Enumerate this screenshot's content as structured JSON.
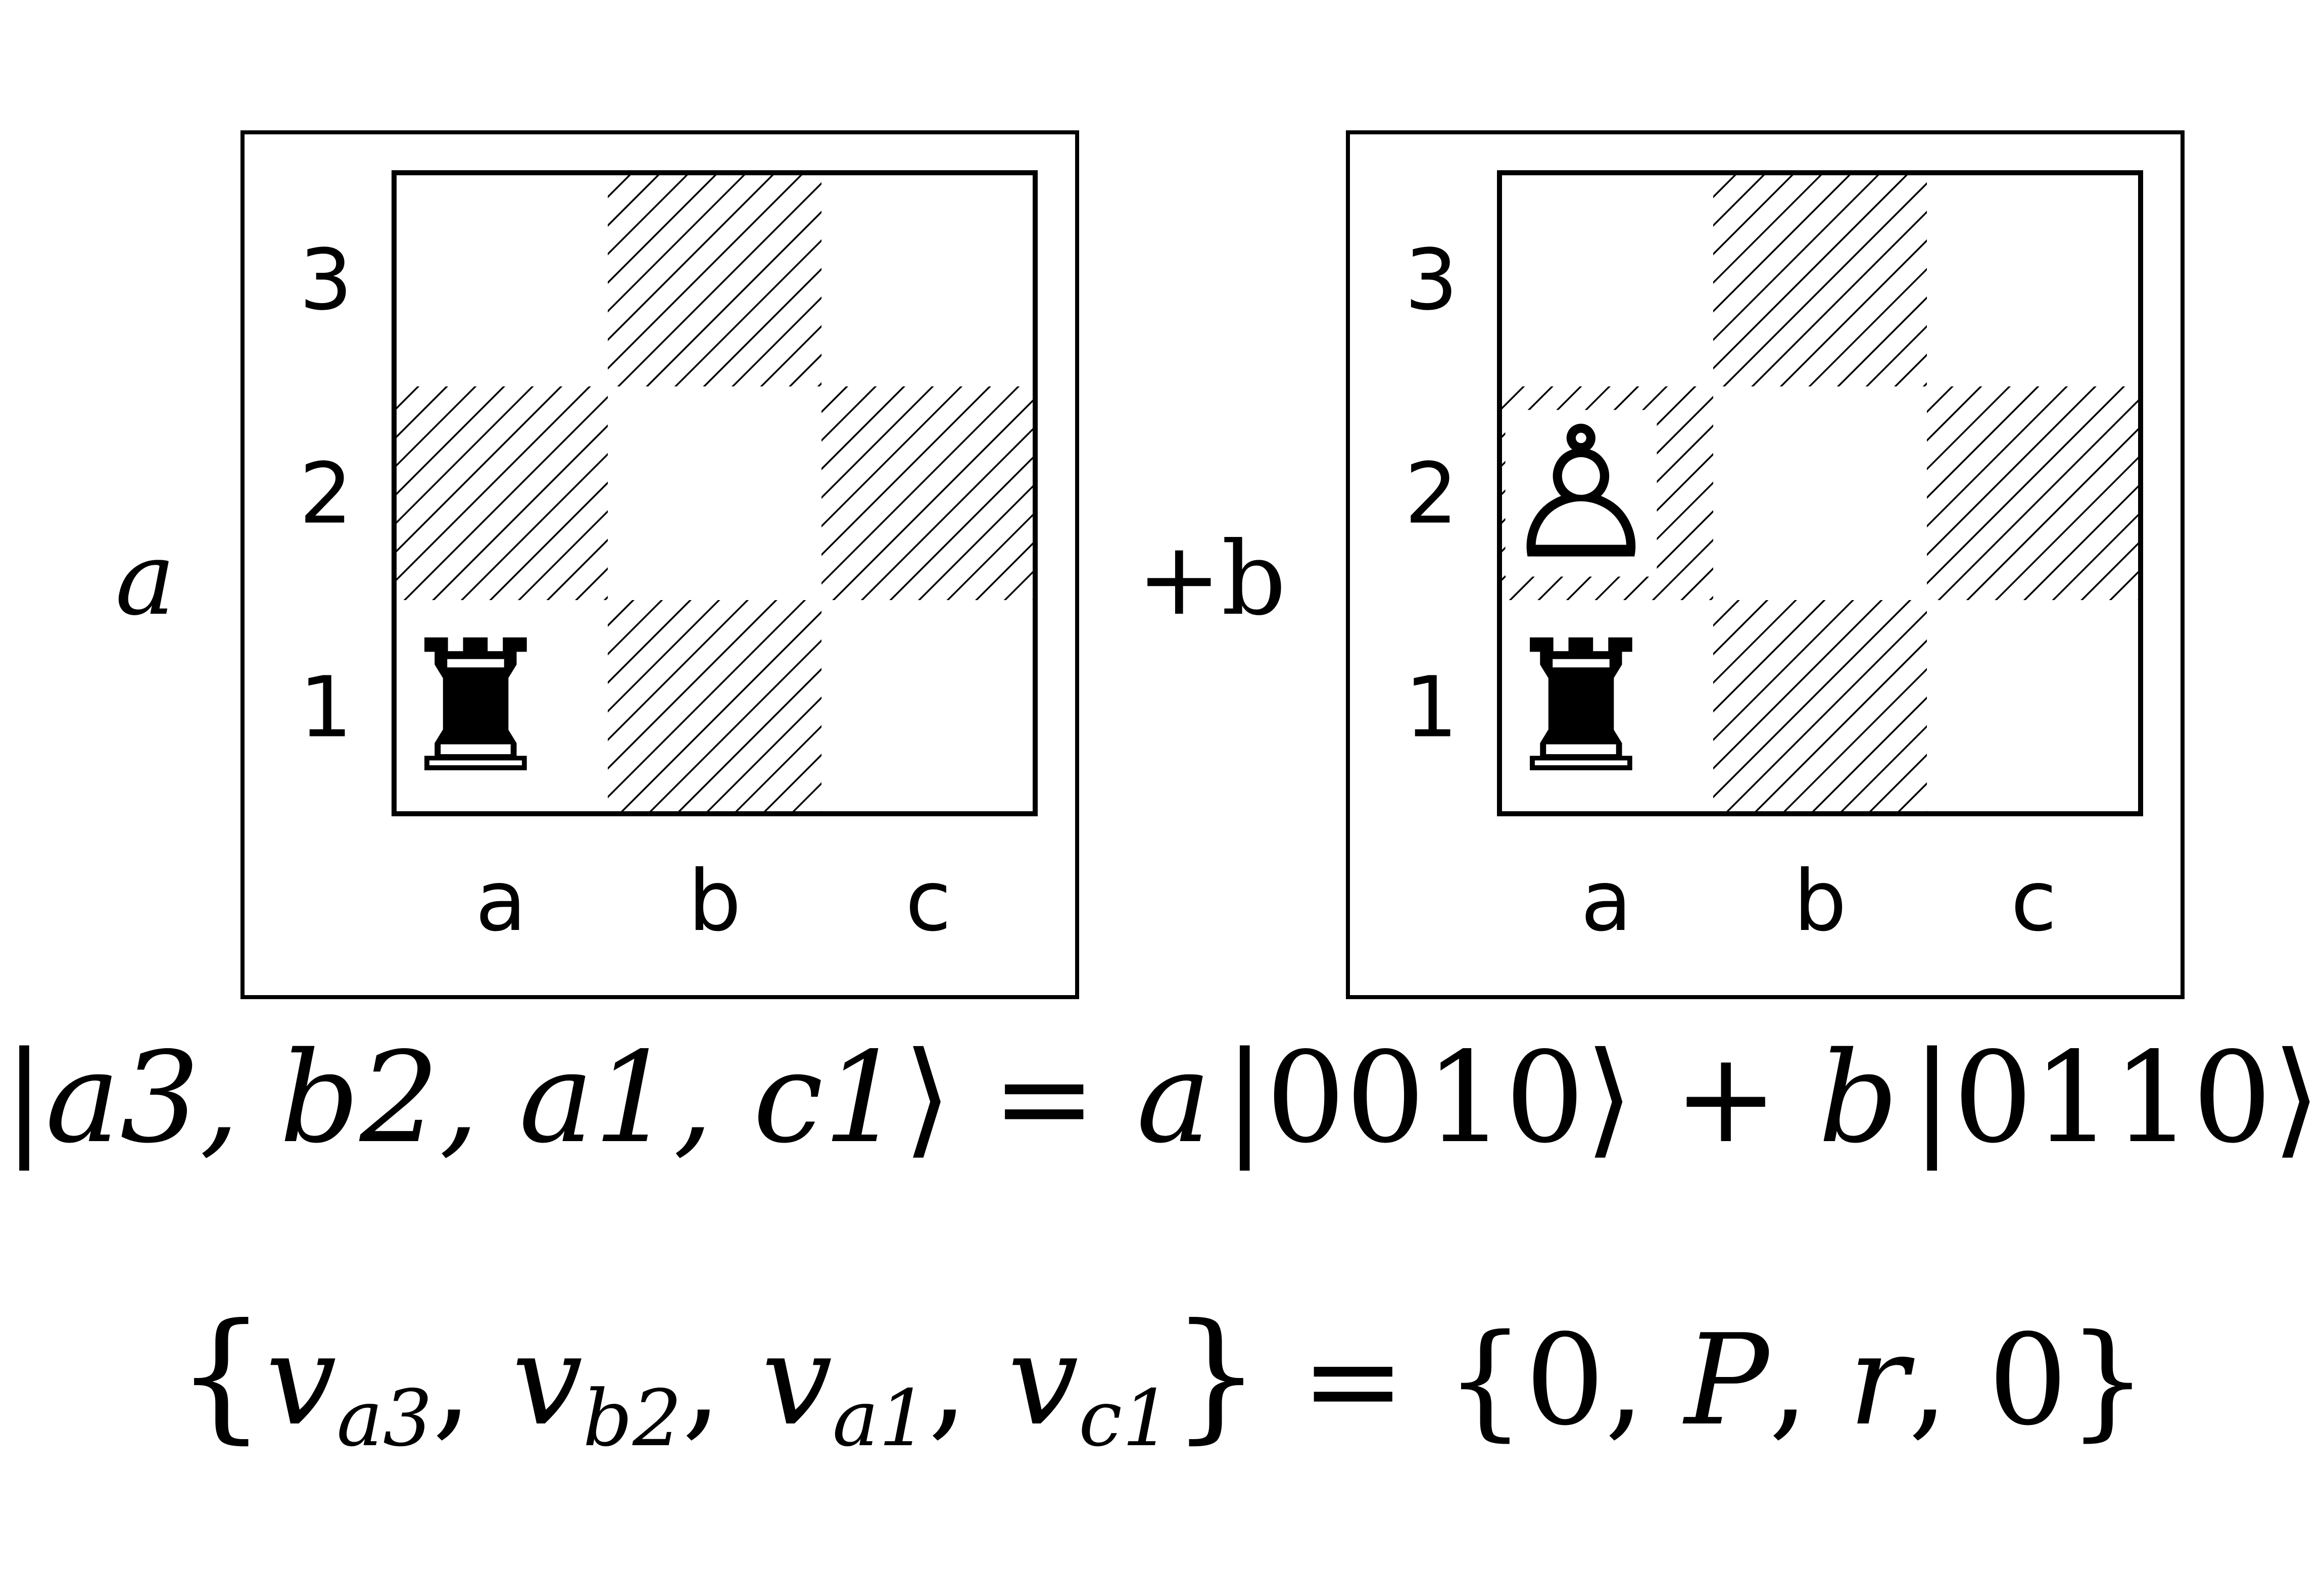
{
  "left_term": {
    "coefficient": "a",
    "board": {
      "ranks": [
        "3",
        "2",
        "1"
      ],
      "files": [
        "a",
        "b",
        "c"
      ],
      "pieces": [
        {
          "square": "a1",
          "piece": "black-rook",
          "glyph": "♜"
        }
      ]
    }
  },
  "right_term": {
    "coefficient": "+b",
    "board": {
      "ranks": [
        "3",
        "2",
        "1"
      ],
      "files": [
        "a",
        "b",
        "c"
      ],
      "pieces": [
        {
          "square": "a2",
          "piece": "white-pawn",
          "glyph": "♙"
        },
        {
          "square": "a1",
          "piece": "black-rook",
          "glyph": "♜"
        }
      ]
    }
  },
  "equation1": {
    "ket_open": "|",
    "ket_vars": "a3, b2, a1, c1",
    "ket_close": "⟩",
    "equals": " = ",
    "coef_a": "a",
    "state_a": "|0010⟩",
    "plus": " + ",
    "coef_b": "b",
    "state_b": "|0110⟩"
  },
  "equation2": {
    "open_brace": "{",
    "v": "v",
    "sub1": "a3",
    "sub2": "b2",
    "sub3": "a1",
    "sub4": "c1",
    "comma": ", ",
    "close_brace": "}",
    "equals": " = ",
    "rhs_open": "{0, ",
    "rhs_P": "P",
    "rhs_comma": ", ",
    "rhs_r": "r",
    "rhs_close": ", 0}"
  },
  "colors": {
    "ink": "#000000",
    "background": "#ffffff"
  },
  "dark_square_fill": "diagonal-hatch"
}
